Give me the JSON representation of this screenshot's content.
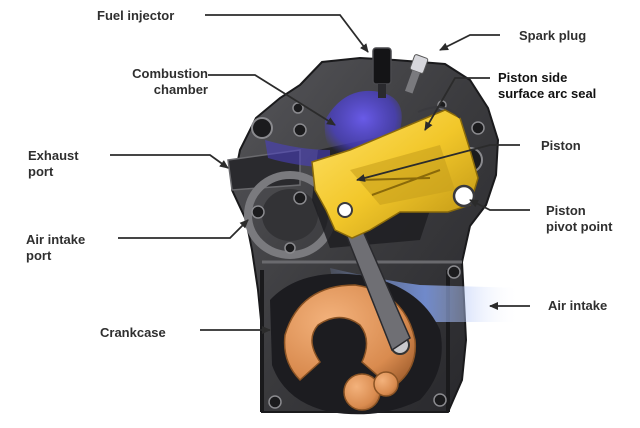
{
  "labels": {
    "fuel_injector": "Fuel injector",
    "spark_plug": "Spark plug",
    "combustion_chamber": "Combustion\nchamber",
    "piston_seal": "Piston side\nsurface arc seal",
    "piston": "Piston",
    "exhaust_port": "Exhaust\nport",
    "piston_pivot": "Piston\npivot point",
    "air_intake_port": "Air intake\nport",
    "air_intake": "Air intake",
    "crankcase": "Crankcase"
  },
  "colors": {
    "engine_block": "#3b3b3e",
    "engine_dark": "#1f1f22",
    "engine_light": "#8a8a8e",
    "piston_yellow": "#f2c72a",
    "combustion_blue": "#4a3fc8",
    "air_blue": "#7f9ff0",
    "crank_orange": "#e39a5f",
    "leader_line": "#2b2b2b"
  },
  "icons": [
    "arrow-icon"
  ]
}
